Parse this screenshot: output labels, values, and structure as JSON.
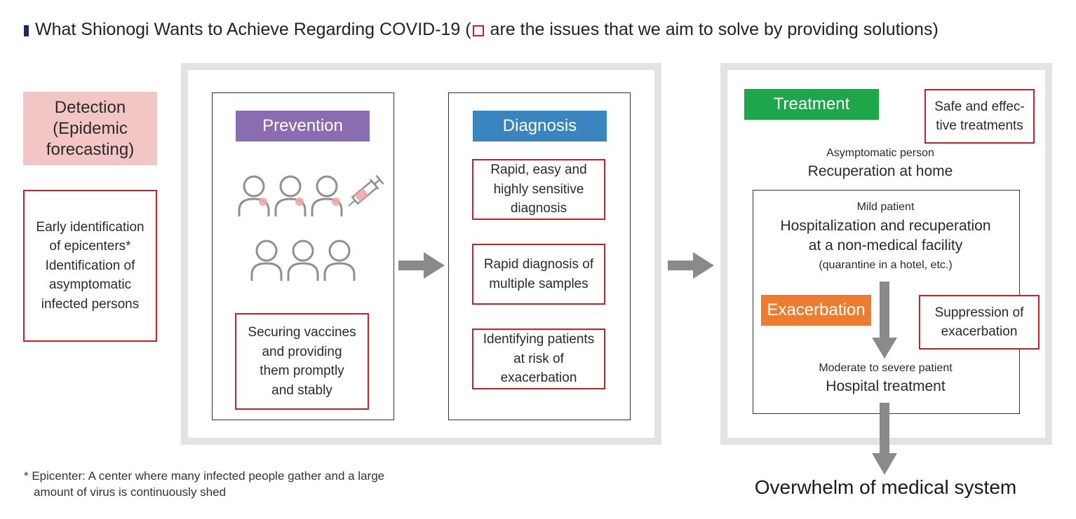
{
  "title": {
    "prefix": "What Shionogi Wants to Achieve Regarding COVID-19 (",
    "suffix": " are the issues that we aim to solve by providing solutions)"
  },
  "detection": {
    "label": [
      "Detection",
      "(Epidemic",
      "forecasting)"
    ],
    "issue": [
      "Early identification",
      "of epicenters*",
      "Identification of",
      "asymptomatic",
      "infected persons"
    ]
  },
  "prevention": {
    "label": "Prevention",
    "issue": [
      "Securing vaccines",
      "and providing",
      "them promptly",
      "and stably"
    ]
  },
  "diagnosis": {
    "label": "Diagnosis",
    "issue1": [
      "Rapid, easy and",
      "highly sensitive",
      "diagnosis"
    ],
    "issue2": [
      "Rapid diagnosis of",
      "multiple samples"
    ],
    "issue3": [
      "Identifying patients",
      "at risk of",
      "exacerbation"
    ]
  },
  "treatment": {
    "label": "Treatment",
    "issue": [
      "Safe and effec-",
      "tive treatments"
    ],
    "asymptomatic_small": "Asymptomatic person",
    "asymptomatic_big": "Recuperation at home",
    "mild_small": "Mild patient",
    "mild_big": [
      "Hospitalization and recuperation",
      "at a non-medical facility"
    ],
    "mild_note": "(quarantine in a hotel, etc.)",
    "exacerbation_label": "Exacerbation",
    "suppression_issue": [
      "Suppression of",
      "exacerbation"
    ],
    "severe_small": "Moderate to severe patient",
    "severe_big": "Hospital treatment"
  },
  "overwhelm": "Overwhelm of medical system",
  "footnote": [
    "* Epicenter: A center where many infected people gather and a large",
    "amount of virus is continuously shed"
  ],
  "colors": {
    "prevention": "#8a6db0",
    "diagnosis": "#3a85c0",
    "treatment": "#1fa64a",
    "exacerbation": "#ec7d30",
    "detection": "#f4c5c5",
    "issue_border": "#c8202a",
    "title_bar": "#1b2b5c"
  },
  "icons": [
    "person-icon",
    "syringe-icon",
    "arrow-right-icon",
    "arrow-down-icon"
  ]
}
